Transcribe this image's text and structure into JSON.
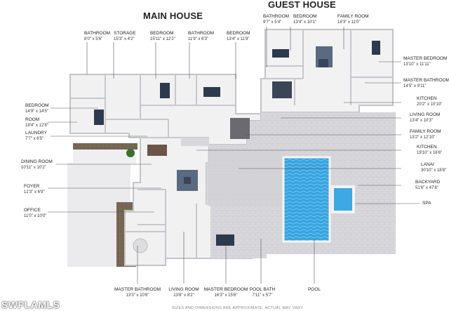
{
  "headings": {
    "main_house": "MAIN HOUSE",
    "guest_house": "GUEST HOUSE"
  },
  "labels": {
    "bathroom_main": {
      "name": "BATHROOM",
      "dim": "8'0\" x 5'6\""
    },
    "storage": {
      "name": "STORAGE",
      "dim": "15'3\" x 4'2\""
    },
    "bedroom_main_a": {
      "name": "BEDROOM",
      "dim": "15'11\" x 12'2\""
    },
    "bathroom_main_b": {
      "name": "BATHROOM",
      "dim": "11'9\" x 6'3\""
    },
    "bedroom_main_b": {
      "name": "BEDROOM",
      "dim": "13'4\" x 11'9\""
    },
    "bathroom_guest": {
      "name": "BATHROOM",
      "dim": "9'7\" x 5'4\""
    },
    "bedroom_guest": {
      "name": "BEDROOM",
      "dim": "13'4\" x 10'1\""
    },
    "family_room_guest": {
      "name": "FAMILY ROOM",
      "dim": "18'3\" x 11'0\""
    },
    "master_bedroom_guest": {
      "name": "MASTER BEDROOM",
      "dim": "13'10\" x 11'11\""
    },
    "master_bathroom_guest": {
      "name": "MASTER BATHROOM",
      "dim": "14'5\" x 9'11\""
    },
    "kitchen_guest": {
      "name": "KITCHEN",
      "dim": "20'2\" x 10'10\""
    },
    "living_room_right": {
      "name": "LIVING ROOM",
      "dim": "13'4\" x 10'3\""
    },
    "family_room_main": {
      "name": "FAMILY ROOM",
      "dim": "13'2\" x 12'10\""
    },
    "kitchen_main": {
      "name": "KITCHEN",
      "dim": "19'10\" x 16'6\""
    },
    "lanai": {
      "name": "LANAI",
      "dim": "30'10\" x 18'8\""
    },
    "backyard": {
      "name": "BACKYARD",
      "dim": "51'6\" x 47'8\""
    },
    "spa": {
      "name": "SPA",
      "dim": ""
    },
    "bedroom_left": {
      "name": "BEDROOM",
      "dim": "14'9\" x 14'5\""
    },
    "room_left": {
      "name": "ROOM",
      "dim": "18'4\" x 12'8\""
    },
    "laundry": {
      "name": "LAUNDRY",
      "dim": "7'7\" x 6'5\""
    },
    "dining_room": {
      "name": "DINING ROOM",
      "dim": "10'11\" x 10'2\""
    },
    "foyer": {
      "name": "FOYER",
      "dim": "12'3\" x 6'9\""
    },
    "office": {
      "name": "OFFICE",
      "dim": "11'0\" x 10'0\""
    },
    "master_bathroom_main": {
      "name": "MASTER BATHROOM",
      "dim": "13'3\" x 10'6\""
    },
    "living_room_main": {
      "name": "LIVING ROOM",
      "dim": "13'8\" x 8'2\""
    },
    "master_bedroom_main": {
      "name": "MASTER BEDROOM",
      "dim": "16'3\" x 15'6\""
    },
    "pool_bath": {
      "name": "POOL BATH",
      "dim": "7'11\" x 5'7\""
    },
    "pool": {
      "name": "POOL",
      "dim": ""
    }
  },
  "watermark": "SWFLAMLS",
  "disclaimer": "SIZES AND DIMENSIONS ARE APPROXIMATE, ACTUAL MAY VARY",
  "colors": {
    "pool": "#3aa6e0",
    "paver": "#d9d9dd",
    "floor": "#f2f2f3",
    "wall": "#c8c8cc",
    "planter": "#8a6a60",
    "shrub": "#4a7a3a"
  }
}
